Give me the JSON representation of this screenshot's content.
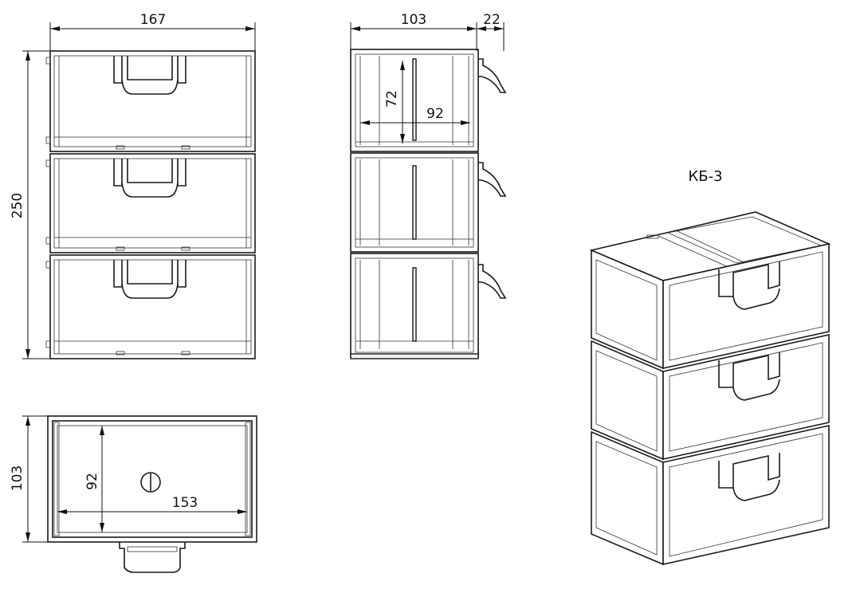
{
  "front_view": {
    "width_label": "167",
    "height_label": "250"
  },
  "side_view": {
    "depth_label": "103",
    "handle_label": "22",
    "inner_height_label": "72",
    "inner_depth_label": "92"
  },
  "top_view": {
    "depth_label": "103",
    "inner_depth_label": "92",
    "inner_width_label": "153"
  },
  "iso_view": {
    "model_label": "КБ-3"
  }
}
